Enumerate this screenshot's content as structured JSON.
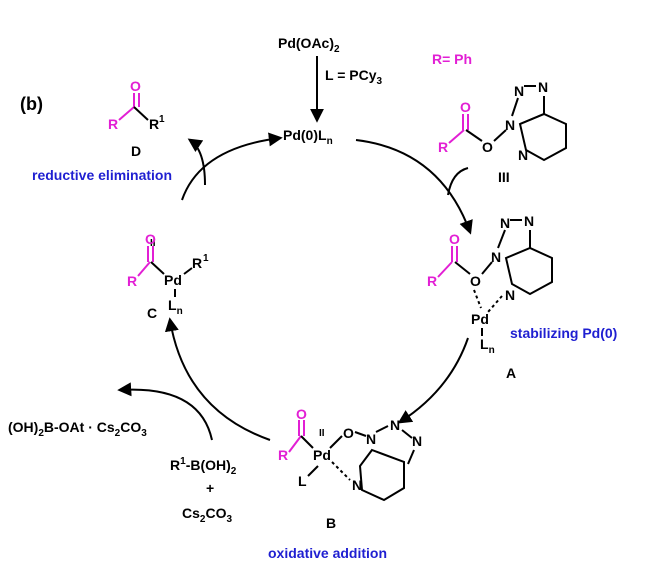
{
  "panel_label": "(b)",
  "catalyst_precursor": {
    "formula": "Pd(OAc)",
    "subscript": "2"
  },
  "ligand": {
    "prefix": "L = PCy",
    "subscript": "3"
  },
  "r_definition": "R= Ph",
  "center_species": {
    "text": "Pd(0)L",
    "subscript": "n"
  },
  "atoms": {
    "R": "R",
    "O": "O",
    "N": "N",
    "Pd": "Pd",
    "L": "L",
    "Ln": "L",
    "n": "n",
    "R1": "R",
    "one": "1",
    "II": "II"
  },
  "compounds": {
    "III": "III",
    "A": "A",
    "B": "B",
    "C": "C",
    "D": "D"
  },
  "step_labels": {
    "reductive_elimination": "reductive elimination",
    "stabilizing": "stabilizing Pd(0)",
    "oxidative_addition": "oxidative addition"
  },
  "byproduct": {
    "part1": "(OH)",
    "sub1": "2",
    "part2": "B-OAt · Cs",
    "sub2": "2",
    "part3": "CO",
    "sub3": "3"
  },
  "reagents": {
    "boronic": {
      "part1": "R",
      "sup": "1",
      "part2": "-B(OH)",
      "sub": "2"
    },
    "plus": "+",
    "base": {
      "part1": "Cs",
      "sub1": "2",
      "part2": "CO",
      "sub2": "3"
    }
  }
}
